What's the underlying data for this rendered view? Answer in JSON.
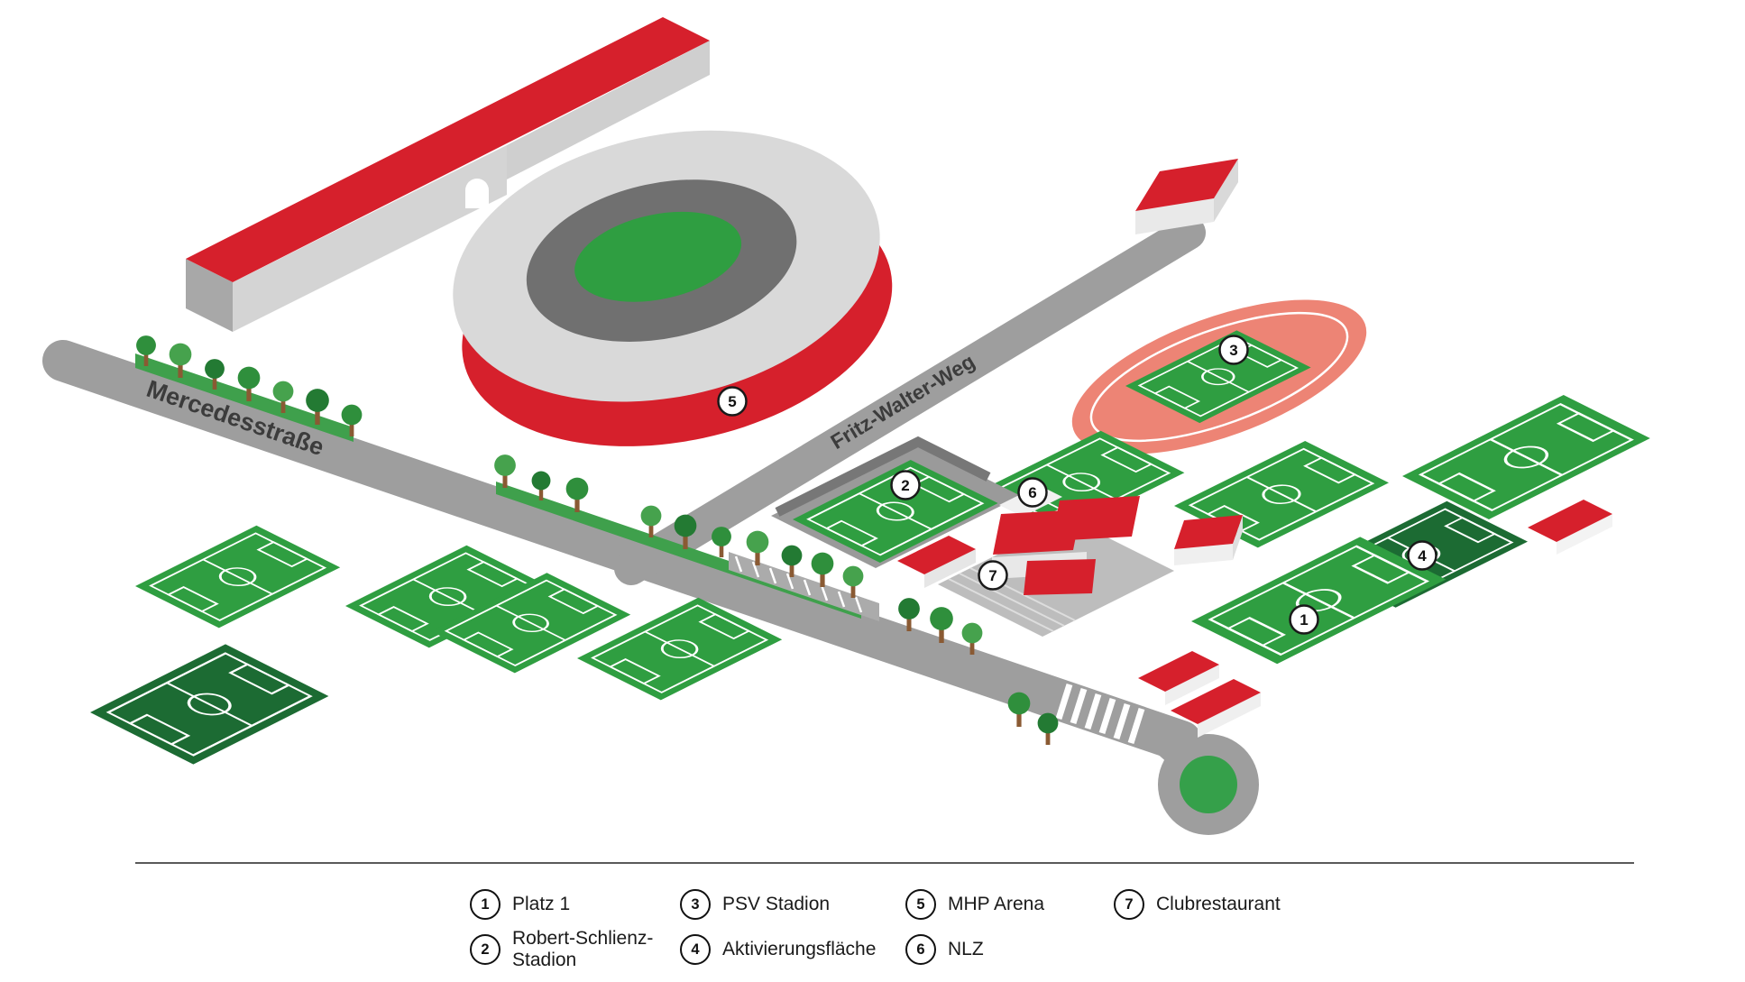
{
  "map": {
    "streets": {
      "street_1": "Mercedesstraße",
      "street_2": "Fritz-Walter-Weg"
    },
    "markers": [
      {
        "number": "1"
      },
      {
        "number": "2"
      },
      {
        "number": "3"
      },
      {
        "number": "4"
      },
      {
        "number": "5"
      },
      {
        "number": "6"
      },
      {
        "number": "7"
      }
    ]
  },
  "legend": {
    "items": [
      {
        "number": "1",
        "label": "Platz 1"
      },
      {
        "number": "2",
        "label": "Robert-Schlienz-Stadion"
      },
      {
        "number": "3",
        "label": "PSV Stadion"
      },
      {
        "number": "4",
        "label": "Aktivierungsfläche"
      },
      {
        "number": "5",
        "label": "MHP Arena"
      },
      {
        "number": "6",
        "label": "NLZ"
      },
      {
        "number": "7",
        "label": "Clubrestaurant"
      }
    ]
  },
  "colors": {
    "brand_red": "#d6202c",
    "pitch_green": "#2f9e41",
    "pitch_dark_green": "#1c6b33",
    "track_salmon": "#ed8475",
    "road_gray": "#9e9e9e",
    "roof_gray": "#d9d9d9"
  }
}
